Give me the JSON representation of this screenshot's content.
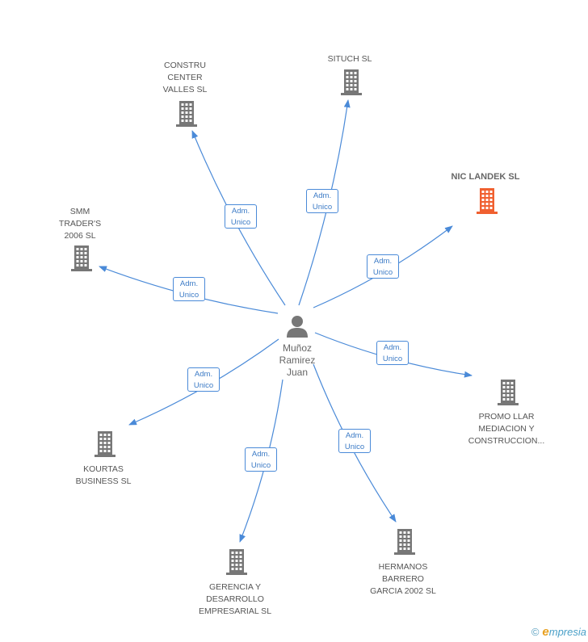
{
  "center": {
    "name": "Muñoz\nRamirez\nJuan"
  },
  "colors": {
    "edge": "#4a8ad8",
    "building": "#777777",
    "highlight": "#f06030"
  },
  "companies": [
    {
      "name": "SITUCH SL",
      "highlight": false
    },
    {
      "name": "CONSTRU\nCENTER\nVALLES SL",
      "highlight": false
    },
    {
      "name": "NIC LANDEK SL",
      "highlight": true
    },
    {
      "name": "SMM\nTRADER'S\n2006 SL",
      "highlight": false
    },
    {
      "name": "PROMO LLAR\nMEDIACION Y\nCONSTRUCCION...",
      "highlight": false
    },
    {
      "name": "KOURTAS\nBUSINESS SL",
      "highlight": false
    },
    {
      "name": "HERMANOS\nBARRERO\nGARCIA 2002 SL",
      "highlight": false
    },
    {
      "name": "GERENCIA Y\nDESARROLLO\nEMPRESARIAL SL",
      "highlight": false
    }
  ],
  "relation_label": "Adm.\nUnico",
  "footer": {
    "copyright": "©",
    "brand_initial": "e",
    "brand_rest": "mpresia"
  }
}
